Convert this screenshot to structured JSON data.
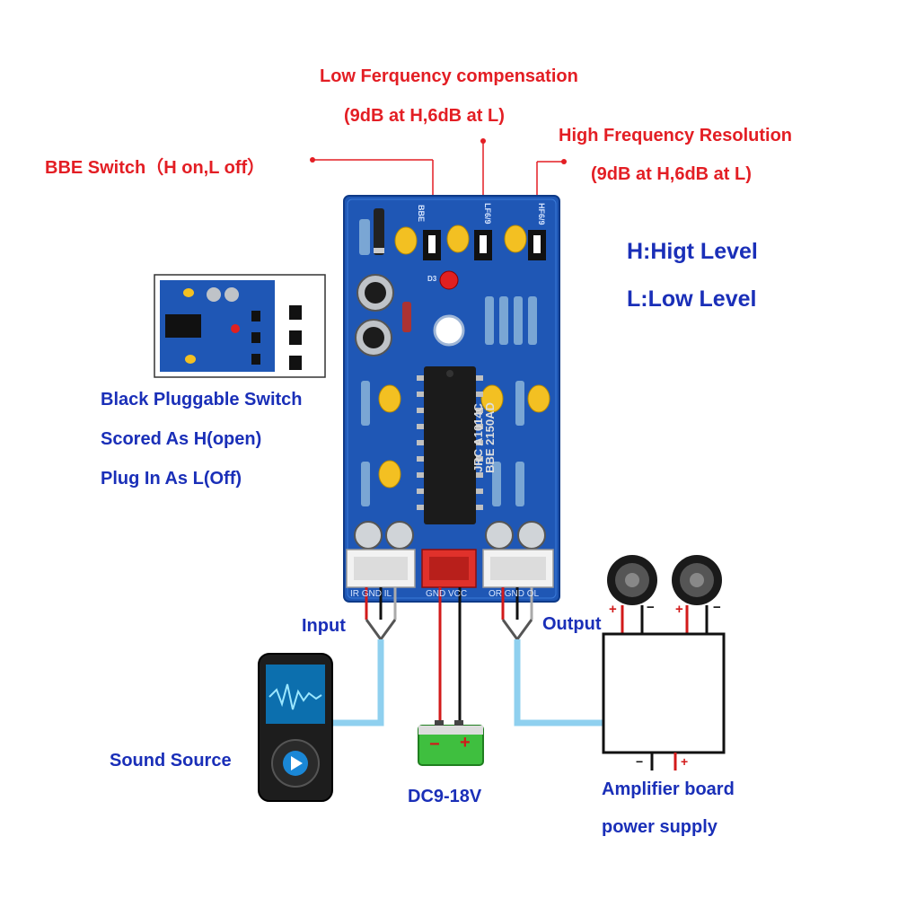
{
  "annotations": {
    "low_freq_title": "Low Ferquency compensation",
    "low_freq_detail": "(9dB at H,6dB at L)",
    "high_freq_title": "High Frequency Resolution",
    "high_freq_detail": "(9dB at H,6dB at L)",
    "bbe_switch": "BBE Switch（H on,L off）"
  },
  "legend": {
    "high": "H:Higt Level",
    "low": "L:Low Level"
  },
  "switch_note": {
    "line1": "Black Pluggable Switch",
    "line2": "Scored As H(open)",
    "line3": "Plug In As L(Off)"
  },
  "board": {
    "jumper_labels": [
      "BBE",
      "LF6/9",
      "HF6/9"
    ],
    "chip_line1": "BBE 2150AD",
    "chip_line2": "JRC A1014C",
    "led_label": "D3",
    "input_pins": "IR GND IL",
    "power_pins": "GND VCC",
    "output_pins": "OR GND OL"
  },
  "connections": {
    "input": "Input",
    "output": "Output",
    "sound_source": "Sound Source",
    "power": "DC9-18V",
    "battery_minus": "−",
    "battery_plus": "+",
    "amp_line1": "Amplifier board",
    "amp_line2": "power supply",
    "spk_plus": "+",
    "spk_minus": "−",
    "amp_minus": "−",
    "amp_plus": "+"
  },
  "colors": {
    "annotation_red": "#e31e24",
    "label_blue": "#1a2fb8",
    "pcb_blue": "#1f57b5",
    "cable_blue": "#8fd0ef",
    "battery_green": "#3fbf3f"
  }
}
